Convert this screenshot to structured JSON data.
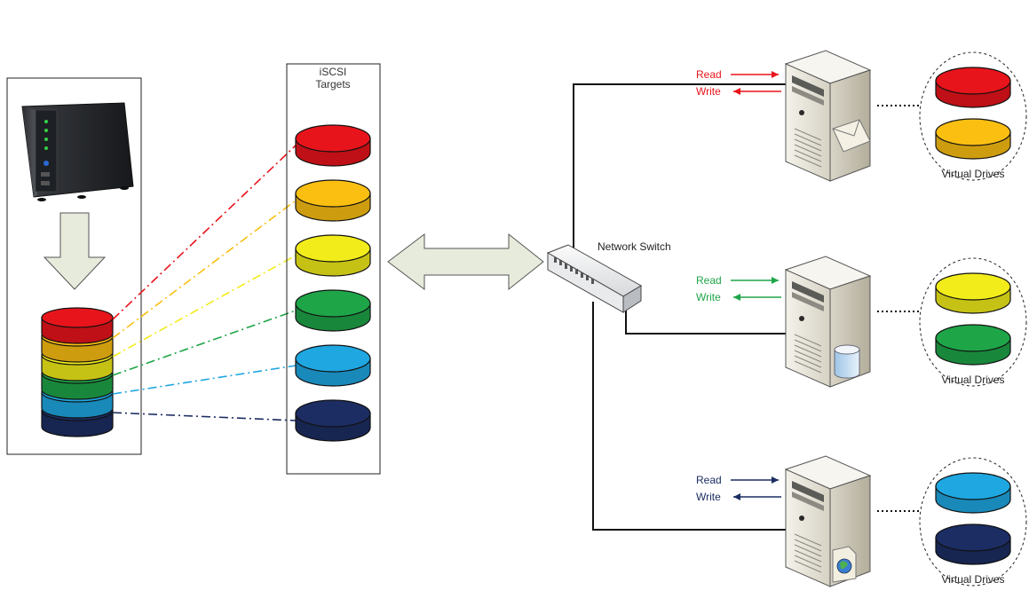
{
  "targets_label_line1": "iSCSI",
  "targets_label_line2": "Targets",
  "switch_label": "Network Switch",
  "colors": {
    "red": "#e8141b",
    "orange": "#fbbf12",
    "yellow": "#f2ec1a",
    "green": "#1ea548",
    "lightblue": "#1fa7e1",
    "navy": "#1c2d63",
    "arrow_fill": "#e6ebdb"
  },
  "storage_stack": [
    "red",
    "orange",
    "yellow",
    "green",
    "lightblue",
    "navy"
  ],
  "targets": [
    "red",
    "orange",
    "yellow",
    "green",
    "lightblue",
    "navy"
  ],
  "servers": [
    {
      "name": "mail-server",
      "badge": "envelope-icon",
      "read_label": "Read",
      "write_label": "Write",
      "arrow_color": "#e8141b",
      "drives": [
        "red",
        "orange"
      ],
      "drives_label": "Virtual Drives"
    },
    {
      "name": "database-server",
      "badge": "database-icon",
      "read_label": "Read",
      "write_label": "Write",
      "arrow_color": "#1ea548",
      "drives": [
        "yellow",
        "green"
      ],
      "drives_label": "Virtual Drives"
    },
    {
      "name": "web-server",
      "badge": "globe-document-icon",
      "read_label": "Read",
      "write_label": "Write",
      "arrow_color": "#1c2d63",
      "drives": [
        "lightblue",
        "navy"
      ],
      "drives_label": "Virtual Drives"
    }
  ]
}
